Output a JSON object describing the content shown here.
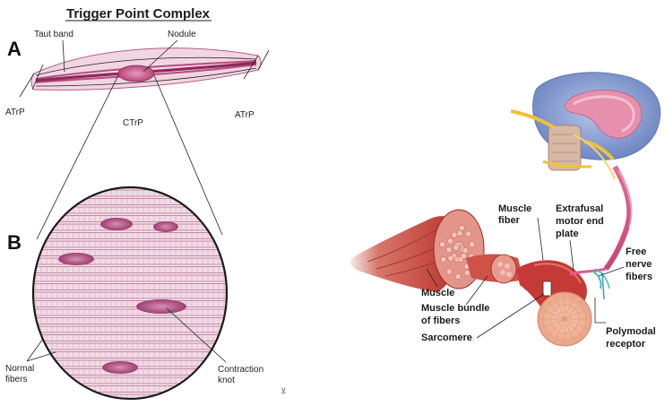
{
  "left": {
    "title": "Trigger Point Complex",
    "panel_a": "A",
    "panel_b": "B",
    "labels": {
      "taut_band": "Taut band",
      "nodule": "Nodule",
      "atrp_left": "ATrP",
      "ctrp": "CTrP",
      "atrp_right": "ATrP",
      "normal_fibers_1": "Normal",
      "normal_fibers_2": "fibers",
      "contraction_knot_1": "Contraction",
      "contraction_knot_2": "knot"
    }
  },
  "right": {
    "labels": {
      "muscle_fiber_1": "Muscle",
      "muscle_fiber_2": "fiber",
      "end_plate_1": "Extrafusal",
      "end_plate_2": "motor end",
      "end_plate_3": "plate",
      "free_nerve_1": "Free",
      "free_nerve_2": "nerve",
      "free_nerve_3": "fibers",
      "muscle": "Muscle",
      "bundle_1": "Muscle bundle",
      "bundle_2": "of fibers",
      "sarcomere": "Sarcomere",
      "polymodal_1": "Polymodal",
      "polymodal_2": "receptor"
    }
  },
  "colors": {
    "muscle_pink": "#d98fb0",
    "muscle_dark": "#a8345f",
    "knot": "#c46a9a",
    "flesh": "#c9473d",
    "nerve": "#f0c23a",
    "spinal_blue": "#8fa6d8",
    "spinal_pink": "#e58aa8"
  }
}
